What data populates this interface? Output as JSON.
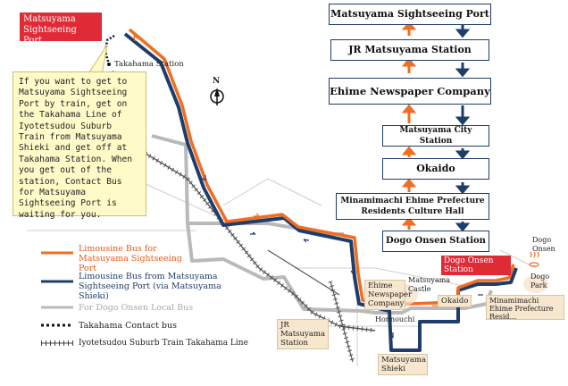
{
  "top_label": "Matsuyama Sightseeing Port",
  "callout_text": "If you want to get to Matsuyama Sightseeing Port by train, get on the Takahama Line of Iyotetsudou Suburb Train from Matsuyama Shieki and get off at Takahama Station. When you get out of the station, Contact Bus for Matsuyama Sightseeing Port is waiting for you.",
  "compass": "N",
  "map_labels": {
    "takahama_station": "Takahama Station",
    "ehime_newspaper": "Ehime Newspaper Company",
    "matsuyama_castle": "Matsuyama Castle",
    "okaido": "Okaido",
    "honnouchi": "Honnouchi",
    "jr_matsuyama": "JR Matsuyama Station",
    "matsuyama_shieki": "Matsuyama Shieki",
    "dogo_onsen_station": "Dogo Onsen Station",
    "dogo_onsen": "Dogo Onsen",
    "dogo_park": "Dogo Park",
    "minamimachi": "Minamimachi Ehime Prefecture Resid…"
  },
  "route_stations": [
    "Matsuyama Sightseeing Port",
    "JR Matsuyama Station",
    "Ehime Newspaper Company",
    "Matsuyama City Station",
    "Okaido",
    "Minamimachi Ehime Prefecture Residents Culture Hall",
    "Dogo Onsen Station"
  ],
  "legend": {
    "orange_line": "Limousine Bus for Matsuyama Sightseeing Port",
    "navy_line": "Limousine Bus from Matsuyama Sightseeing Port (via Matsuyama Shieki)",
    "gray_line": "For Dogo Onsen  Local Bus",
    "dotted_line": "Takahama Contact bus",
    "rail_line": "Iyotetsudou Suburb Train Takahama Line"
  },
  "colors": {
    "orange": "#f06d22",
    "navy": "#1f3d6b",
    "red": "#e02a36",
    "gray": "#b9b9b9"
  }
}
